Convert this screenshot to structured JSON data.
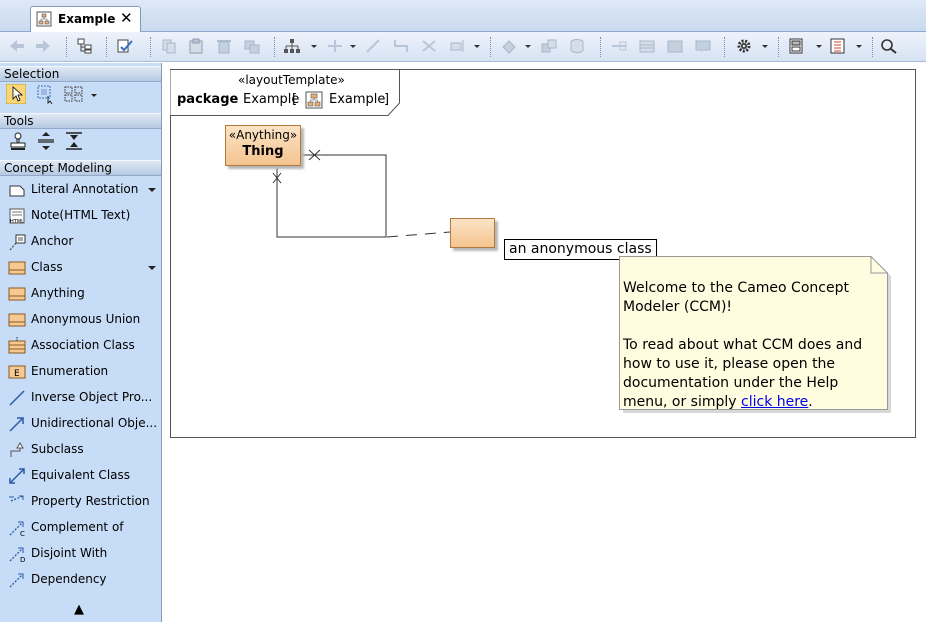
{
  "tab": {
    "label": "Example",
    "close": "✕"
  },
  "palette": {
    "sections": {
      "selection": "Selection",
      "tools": "Tools",
      "concept_modeling": "Concept Modeling"
    },
    "items": [
      {
        "label": "Literal Annotation",
        "icon": "literal-annotation-icon",
        "has_dropdown": true
      },
      {
        "label": "Note(HTML Text)",
        "icon": "html-note-icon",
        "has_dropdown": false
      },
      {
        "label": "Anchor",
        "icon": "anchor-icon",
        "has_dropdown": false
      },
      {
        "label": "Class",
        "icon": "class-icon",
        "has_dropdown": true
      },
      {
        "label": "Anything",
        "icon": "anything-class-icon",
        "has_dropdown": false
      },
      {
        "label": "Anonymous Union",
        "icon": "anonymous-union-icon",
        "has_dropdown": false
      },
      {
        "label": "Association Class",
        "icon": "association-class-icon",
        "has_dropdown": false
      },
      {
        "label": "Enumeration",
        "icon": "enumeration-icon",
        "has_dropdown": false
      },
      {
        "label": "Inverse Object Pro...",
        "icon": "inverse-object-property-icon",
        "has_dropdown": false
      },
      {
        "label": "Unidirectional Obje...",
        "icon": "unidirectional-object-icon",
        "has_dropdown": false
      },
      {
        "label": "Subclass",
        "icon": "subclass-icon",
        "has_dropdown": false
      },
      {
        "label": "Equivalent Class",
        "icon": "equivalent-class-icon",
        "has_dropdown": false
      },
      {
        "label": "Property Restriction",
        "icon": "property-restriction-icon",
        "has_dropdown": false
      },
      {
        "label": "Complement of",
        "icon": "complement-of-icon",
        "has_dropdown": false
      },
      {
        "label": "Disjoint With",
        "icon": "disjoint-with-icon",
        "has_dropdown": false
      },
      {
        "label": "Dependency",
        "icon": "dependency-icon",
        "has_dropdown": false
      }
    ],
    "scroll_up": "▲"
  },
  "diagram": {
    "frame": {
      "stereotype": "«layoutTemplate»",
      "keyword": "package",
      "name": "Example",
      "bracket_open": "[",
      "diagram_name": "Example",
      "bracket_close": "]"
    },
    "thing": {
      "stereotype": "«Anything»",
      "name": "Thing"
    },
    "anonymous_label": "an anonymous class",
    "note": {
      "line1": "Welcome to the Cameo Concept Modeler (CCM)!",
      "line2_prefix": "To read about what CCM does and how to use it, please open the documentation under the Help menu, or simply ",
      "link": "click here",
      "line2_suffix": "."
    }
  },
  "colors": {
    "palette_bg": "#c7dcf6",
    "class_fill": "#f4c48f",
    "note_fill": "#fffce0",
    "link": "#0000ee"
  }
}
